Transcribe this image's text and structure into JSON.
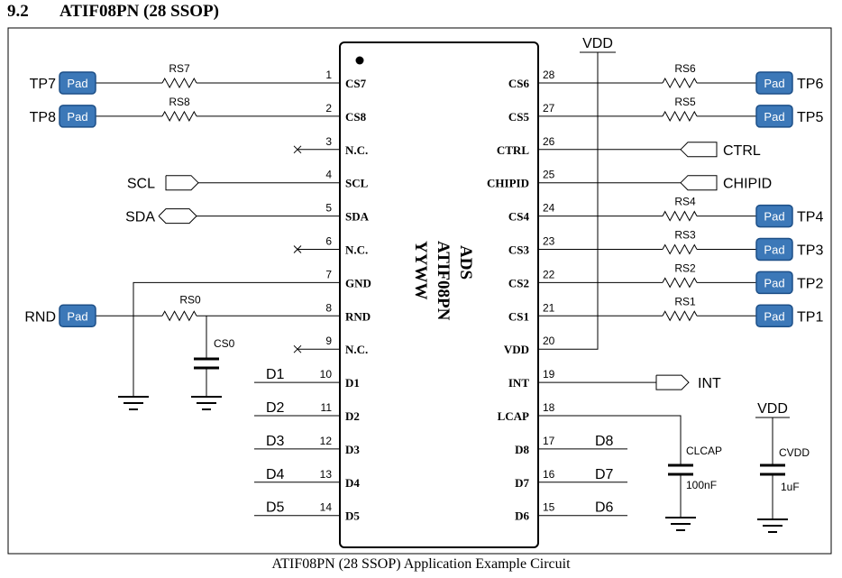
{
  "heading": {
    "number": "9.2",
    "title": "ATIF08PN (28 SSOP)"
  },
  "caption": "ATIF08PN (28 SSOP) Application Example Circuit",
  "chip": {
    "marking": [
      "ADS",
      "ATIF08PN",
      "YYWW"
    ]
  },
  "pins_left": [
    {
      "num": "1",
      "name": "CS7"
    },
    {
      "num": "2",
      "name": "CS8"
    },
    {
      "num": "3",
      "name": "N.C."
    },
    {
      "num": "4",
      "name": "SCL"
    },
    {
      "num": "5",
      "name": "SDA"
    },
    {
      "num": "6",
      "name": "N.C."
    },
    {
      "num": "7",
      "name": "GND"
    },
    {
      "num": "8",
      "name": "RND"
    },
    {
      "num": "9",
      "name": "N.C."
    },
    {
      "num": "10",
      "name": "D1"
    },
    {
      "num": "11",
      "name": "D2"
    },
    {
      "num": "12",
      "name": "D3"
    },
    {
      "num": "13",
      "name": "D4"
    },
    {
      "num": "14",
      "name": "D5"
    }
  ],
  "pins_right": [
    {
      "num": "28",
      "name": "CS6"
    },
    {
      "num": "27",
      "name": "CS5"
    },
    {
      "num": "26",
      "name": "CTRL"
    },
    {
      "num": "25",
      "name": "CHIPID"
    },
    {
      "num": "24",
      "name": "CS4"
    },
    {
      "num": "23",
      "name": "CS3"
    },
    {
      "num": "22",
      "name": "CS2"
    },
    {
      "num": "21",
      "name": "CS1"
    },
    {
      "num": "20",
      "name": "VDD"
    },
    {
      "num": "19",
      "name": "INT"
    },
    {
      "num": "18",
      "name": "LCAP"
    },
    {
      "num": "17",
      "name": "D8"
    },
    {
      "num": "16",
      "name": "D7"
    },
    {
      "num": "15",
      "name": "D6"
    }
  ],
  "pad_label": "Pad",
  "left_resistors": [
    {
      "ref": "RS7",
      "tp": "TP7"
    },
    {
      "ref": "RS8",
      "tp": "TP8"
    },
    {
      "ref": "RS0",
      "tp": "RND"
    }
  ],
  "right_resistors": [
    {
      "ref": "RS6",
      "tp": "TP6"
    },
    {
      "ref": "RS5",
      "tp": "TP5"
    },
    {
      "ref": "RS4",
      "tp": "TP4"
    },
    {
      "ref": "RS3",
      "tp": "TP3"
    },
    {
      "ref": "RS2",
      "tp": "TP2"
    },
    {
      "ref": "RS1",
      "tp": "TP1"
    }
  ],
  "ports": {
    "scl": "SCL",
    "sda": "SDA",
    "ctrl": "CTRL",
    "chipid": "CHIPID",
    "int": "INT"
  },
  "capacitors": {
    "cs0": {
      "ref": "CS0"
    },
    "clcap": {
      "ref": "CLCAP",
      "value": "100nF"
    },
    "cvdd": {
      "ref": "CVDD",
      "value": "1uF"
    }
  },
  "vdd_label": "VDD",
  "data_nets": {
    "left": [
      "D1",
      "D2",
      "D3",
      "D4",
      "D5"
    ],
    "right": [
      "D8",
      "D7",
      "D6"
    ]
  }
}
